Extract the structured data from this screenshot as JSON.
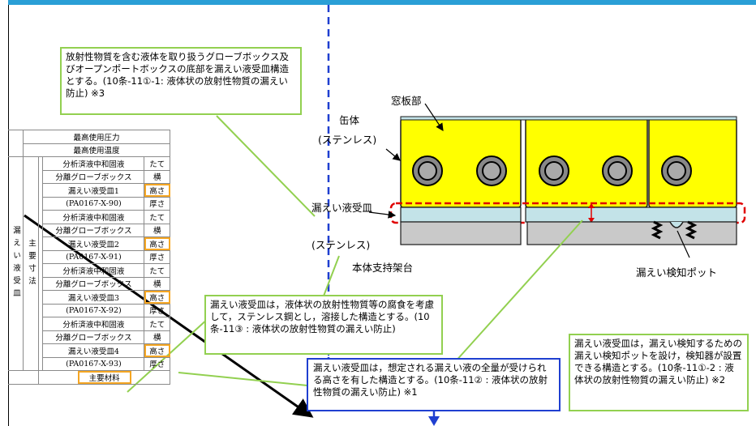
{
  "colors": {
    "top_rule": "#2a9fd6",
    "note_border": "#92d050",
    "highlight_border": "#1f3fd0",
    "panel_fill": "#ffff00",
    "tray_fill": "#c3e3e8",
    "support_fill": "#c9c9c9",
    "dashed_red": "#e00000",
    "orange_highlight": "#f5a623"
  },
  "notes": {
    "top": "放射性物質を含む液体を取り扱うグローブボックス及びオープンポートボックスの底部を漏えい液受皿構造とする。(10条-11①-1: 液体状の放射性物質の漏えい防止) ※3",
    "middle": "漏えい液受皿は，液体状の放射性物質等の腐食を考慮して，ステンレス鋼とし，溶接した構造とする。(10条-11③ : 液体状の放射性物質の漏えい防止)",
    "bottom": "漏えい液受皿は，想定される漏えい液の全量が受けられる高さを有した構造とする。(10条-11② : 液体状の放射性物質の漏えい防止) ※1",
    "right": "漏えい液受皿は，漏えい検知するための漏えい検知ポットを設け，検知器が設置できる構造とする。(10条-11①-2 : 液体状の放射性物質の漏えい防止) ※2"
  },
  "labels": {
    "window": "窓板部",
    "body_title": "缶体",
    "body_material": "(ステンレス)",
    "tray_title": "漏えい液受皿",
    "tray_material": "(ステンレス)",
    "support": "本体支持架台",
    "detector": "漏えい検知ポット"
  },
  "table": {
    "max_pressure": "最高使用圧力",
    "max_temp": "最高使用温度",
    "side_outer": "漏えい液受皿",
    "side_mid": "主要寸法",
    "material": "主要材料",
    "groups": [
      {
        "l1": "分析済液中和固液",
        "l2": "分離グローブボックス",
        "l3": "漏えい液受皿1",
        "l4": "(PA0167-X-90)"
      },
      {
        "l1": "分析済液中和固液",
        "l2": "分離グローブボックス",
        "l3": "漏えい液受皿2",
        "l4": "(PA0167-X-91)"
      },
      {
        "l1": "分析済液中和固液",
        "l2": "分離グローブボックス",
        "l3": "漏えい液受皿3",
        "l4": "(PA0167-X-92)"
      },
      {
        "l1": "分析済液中和固液",
        "l2": "分離グローブボックス",
        "l3": "漏えい液受皿4",
        "l4": "(PA0167-X-93)"
      }
    ],
    "dims": [
      "たて",
      "横",
      "高さ",
      "厚さ"
    ]
  }
}
